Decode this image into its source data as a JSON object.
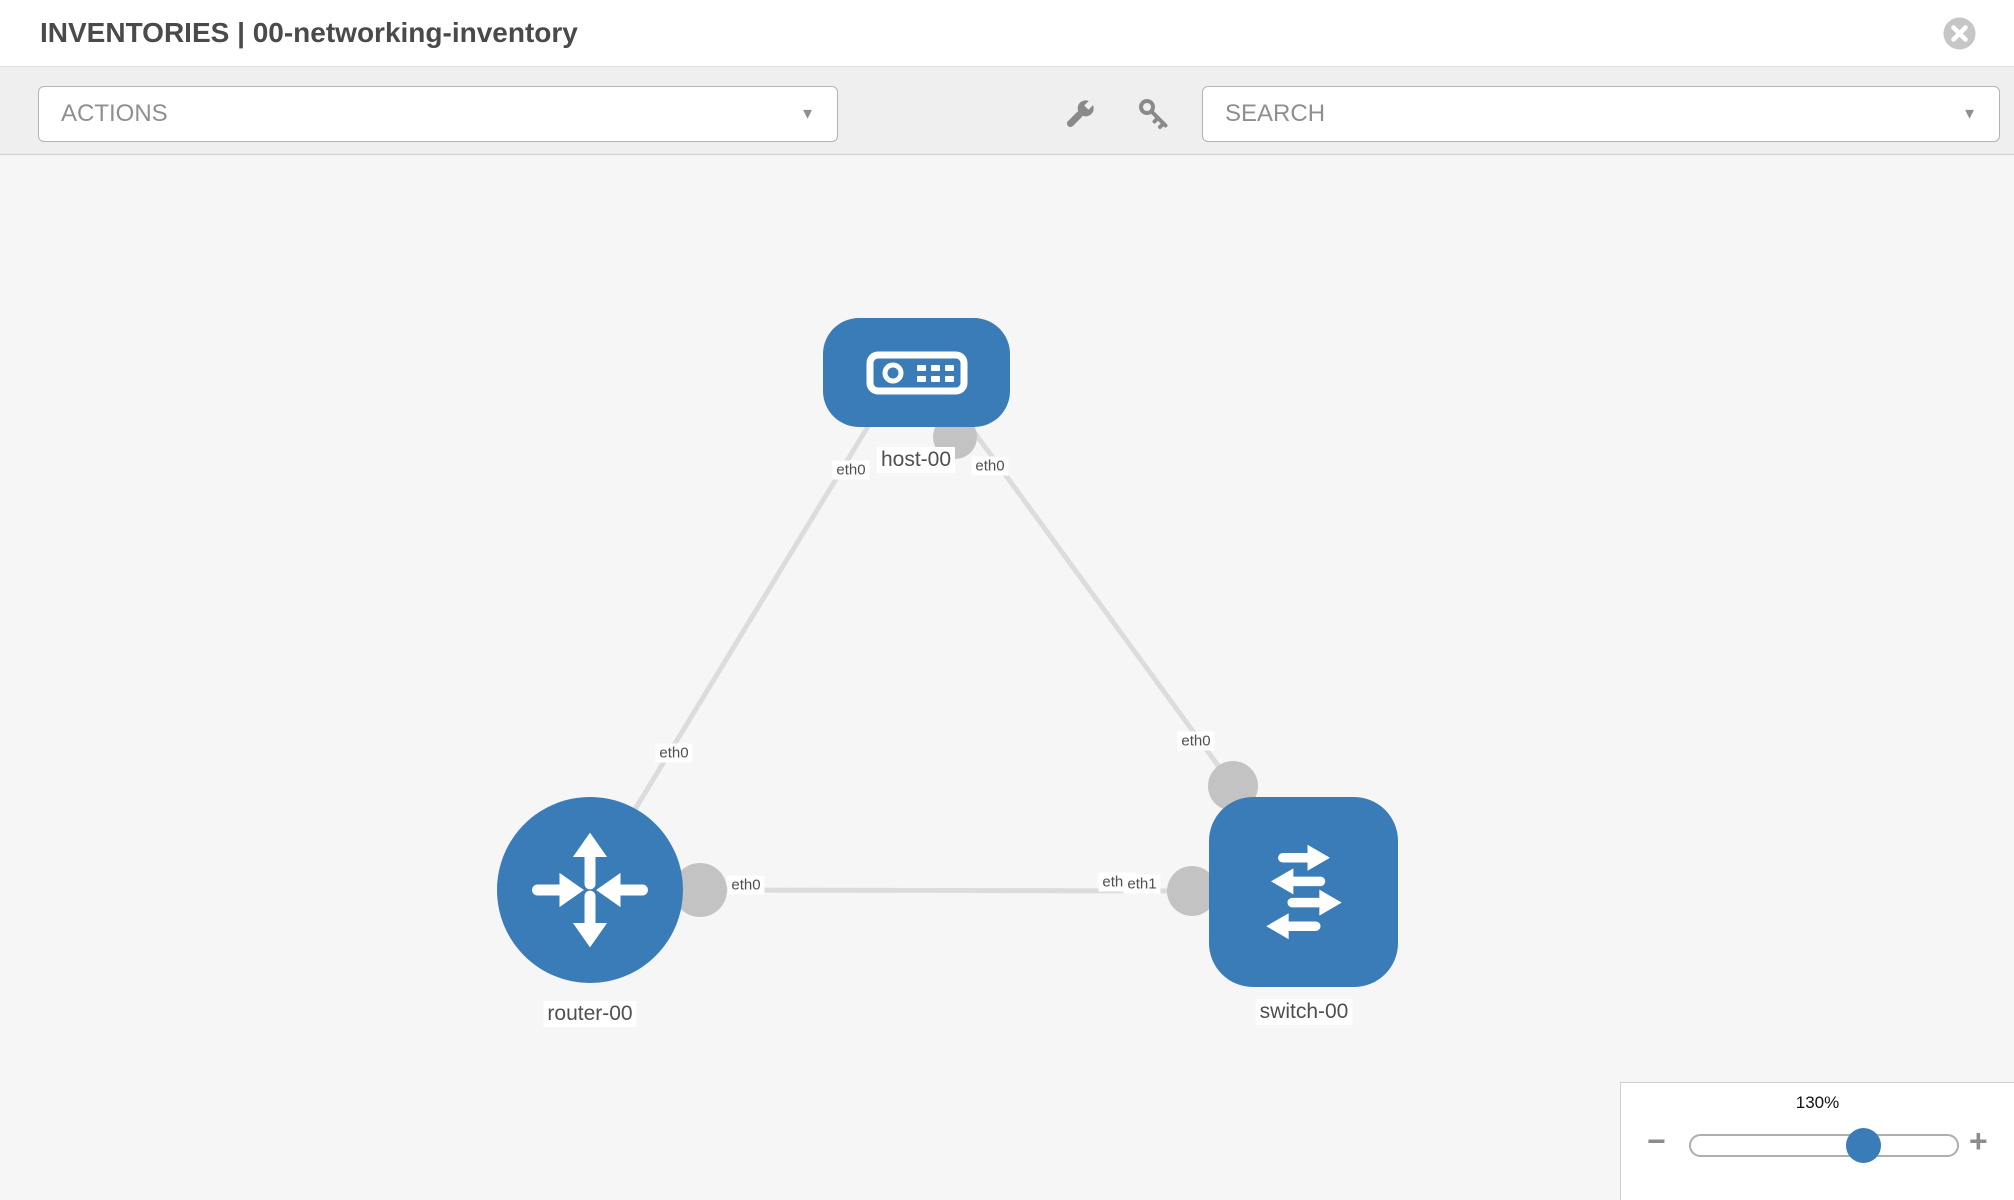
{
  "header": {
    "title": "INVENTORIES | 00-networking-inventory"
  },
  "toolbar": {
    "actions_label": "ACTIONS",
    "search_placeholder": "SEARCH"
  },
  "topology": {
    "nodes": [
      {
        "id": "host-00",
        "label": "host-00",
        "type": "host"
      },
      {
        "id": "router-00",
        "label": "router-00",
        "type": "router"
      },
      {
        "id": "switch-00",
        "label": "switch-00",
        "type": "switch"
      }
    ],
    "links": [
      {
        "from": "host-00",
        "to": "router-00",
        "from_interface": "eth0",
        "to_interface": "eth0"
      },
      {
        "from": "host-00",
        "to": "switch-00",
        "from_interface": "eth0",
        "to_interface": "eth0"
      },
      {
        "from": "router-00",
        "to": "switch-00",
        "from_interface": "eth0",
        "to_interface": "eth1",
        "to_interface_overlapped": "eth0"
      }
    ]
  },
  "zoom_control": {
    "value": "130%",
    "minus_label": "−",
    "plus_label": "+"
  },
  "colors": {
    "node_blue": "#3a7cb7",
    "link_gray": "#dcdcdc",
    "port_gray": "#c3c3c3",
    "canvas_bg": "#f6f6f6",
    "toolbar_bg": "#efefef"
  }
}
